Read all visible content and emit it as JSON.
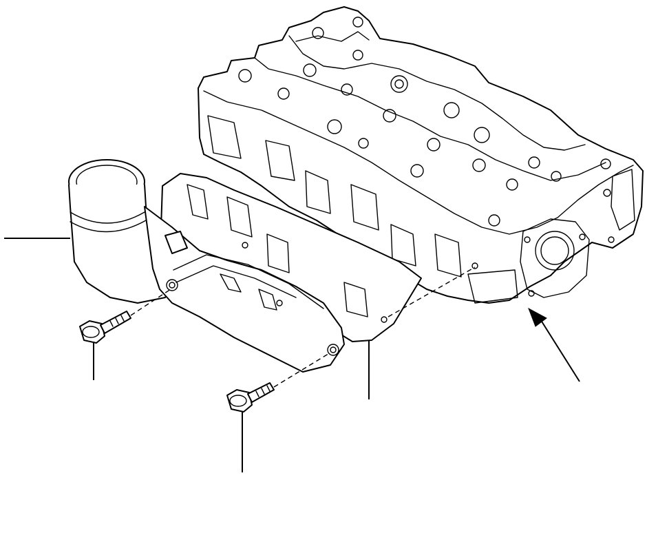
{
  "diagram": {
    "parts": [
      {
        "id": "cylinder-head"
      },
      {
        "id": "exhaust-manifold"
      },
      {
        "id": "manifold-gasket"
      },
      {
        "id": "bolt-upper"
      },
      {
        "id": "bolt-lower"
      }
    ],
    "callouts": []
  }
}
